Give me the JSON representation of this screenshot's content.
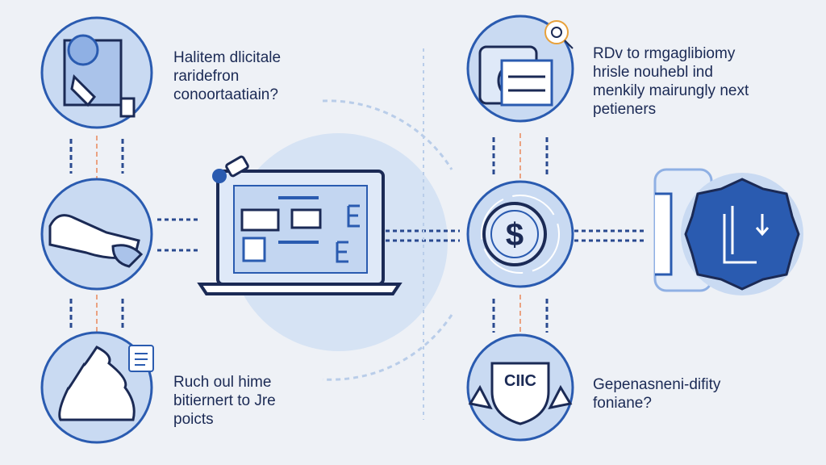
{
  "captions": {
    "top_left": [
      "Halitem dlicitale",
      "raridefron",
      "conoortaatiain?"
    ],
    "top_right": [
      "RDv to rmgaglibiomy",
      "hrisle nouhebl ind",
      "menkily mairungly next",
      "petieners"
    ],
    "bottom_left": [
      "Ruch oul hime",
      "bitiernert to Jre",
      "poicts"
    ],
    "bottom_right": [
      "Gepenasneni-difity",
      "foniane?"
    ]
  },
  "icons": {
    "dollar_symbol": "$",
    "badge_label": "CIIC"
  },
  "colors": {
    "background": "#eef1f6",
    "circle_fill": "#c9daf2",
    "accent": "#2a5bb0",
    "navy": "#1b2a55",
    "connector_orange": "#e8885a"
  }
}
